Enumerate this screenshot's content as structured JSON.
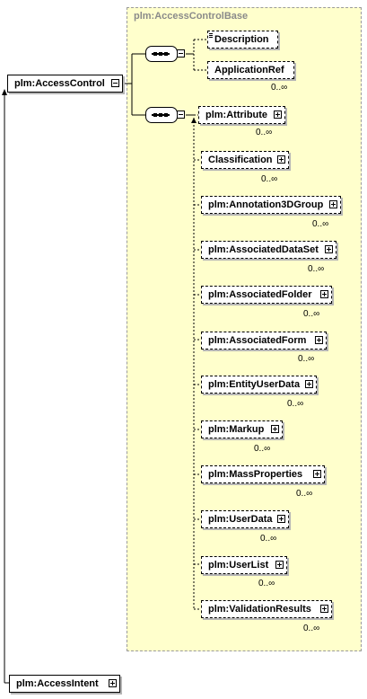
{
  "diagram": {
    "base_type": "plm:AccessControlBase",
    "root_element": "plm:AccessControl",
    "sibling_element": "plm:AccessIntent",
    "group1": [
      {
        "name": "Description",
        "cardinality": ""
      },
      {
        "name": "ApplicationRef",
        "cardinality": "0..∞"
      }
    ],
    "group2": [
      {
        "name": "plm:Attribute",
        "cardinality": "0..∞"
      },
      {
        "name": "Classification",
        "cardinality": "0..∞"
      },
      {
        "name": "plm:Annotation3DGroup",
        "cardinality": "0..∞"
      },
      {
        "name": "plm:AssociatedDataSet",
        "cardinality": "0..∞"
      },
      {
        "name": "plm:AssociatedFolder",
        "cardinality": "0..∞"
      },
      {
        "name": "plm:AssociatedForm",
        "cardinality": "0..∞"
      },
      {
        "name": "plm:EntityUserData",
        "cardinality": "0..∞"
      },
      {
        "name": "plm:Markup",
        "cardinality": "0..∞"
      },
      {
        "name": "plm:MassProperties",
        "cardinality": "0..∞"
      },
      {
        "name": "plm:UserData",
        "cardinality": "0..∞"
      },
      {
        "name": "plm:UserList",
        "cardinality": "0..∞"
      },
      {
        "name": "plm:ValidationResults",
        "cardinality": "0..∞"
      }
    ]
  }
}
